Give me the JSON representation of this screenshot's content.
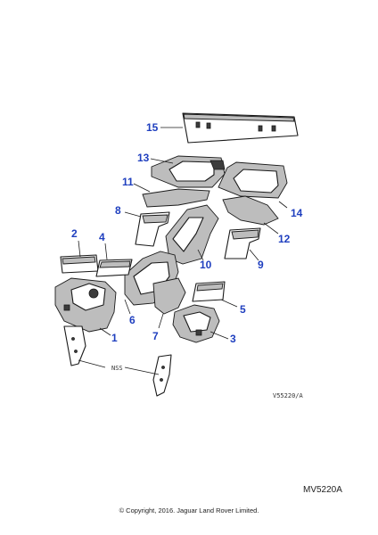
{
  "diagram": {
    "callouts": {
      "c1": "1",
      "c2": "2",
      "c3": "3",
      "c4": "4",
      "c5": "5",
      "c6": "6",
      "c7": "7",
      "c8": "8",
      "c9": "9",
      "c10": "10",
      "c11": "11",
      "c12": "12",
      "c13": "13",
      "c14": "14",
      "c15": "15"
    },
    "nss_label": "NSS",
    "drawing_ref": "V55220/A",
    "callout_color": "#1f3fbf"
  },
  "footer": {
    "mv_code": "MV5220A",
    "copyright": "© Copyright, 2016. Jaguar Land Rover Limited."
  }
}
